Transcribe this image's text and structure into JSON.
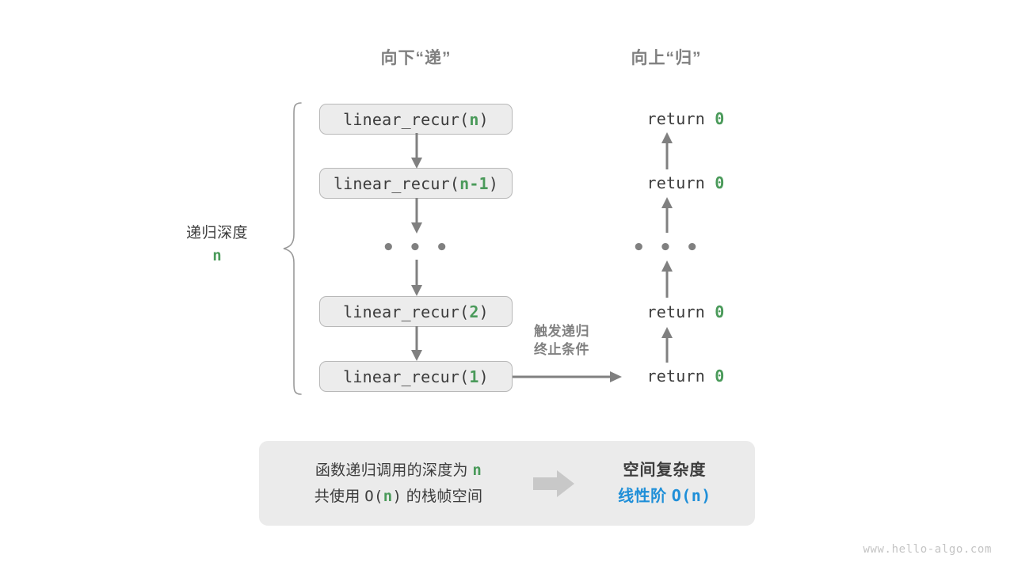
{
  "headers": {
    "down": "向下“递”",
    "up": "向上“归”"
  },
  "depth": {
    "label": "递归深度",
    "variable": "n"
  },
  "frames": [
    {
      "prefix": "linear_recur(",
      "arg": "n",
      "suffix": ")"
    },
    {
      "prefix": "linear_recur(",
      "arg": "n-1",
      "suffix": ")"
    },
    {
      "prefix": "linear_recur(",
      "arg": "2",
      "suffix": ")"
    },
    {
      "prefix": "linear_recur(",
      "arg": "1",
      "suffix": ")"
    }
  ],
  "returns": [
    {
      "keyword": "return ",
      "value": "0"
    },
    {
      "keyword": "return ",
      "value": "0"
    },
    {
      "keyword": "return ",
      "value": "0"
    },
    {
      "keyword": "return ",
      "value": "0"
    }
  ],
  "ellipsis": "• • •",
  "trigger_note": {
    "line1": "触发递归",
    "line2": "终止条件"
  },
  "summary": {
    "left_line1_a": "函数递归调用的深度为 ",
    "left_line1_var": "n",
    "left_line2_a": "共使用 ",
    "left_line2_b": "O(",
    "left_line2_var": "n",
    "left_line2_c": ")",
    "left_line2_d": " 的栈帧空间",
    "arrow_icon": "right-block-arrow",
    "right_title": "空间复杂度",
    "right_value_a": "线性阶 ",
    "right_value_b": "O(n)"
  },
  "watermark": "www.hello-algo.com",
  "colors": {
    "accent_green": "#4a9a5a",
    "accent_blue": "#1f8fd8",
    "gray_arrow": "#808080",
    "box_fill": "#ececec",
    "box_border": "#b8b8b8",
    "panel_fill": "#ebebeb",
    "text_dark": "#3c3c3c",
    "text_muted": "#808080"
  }
}
